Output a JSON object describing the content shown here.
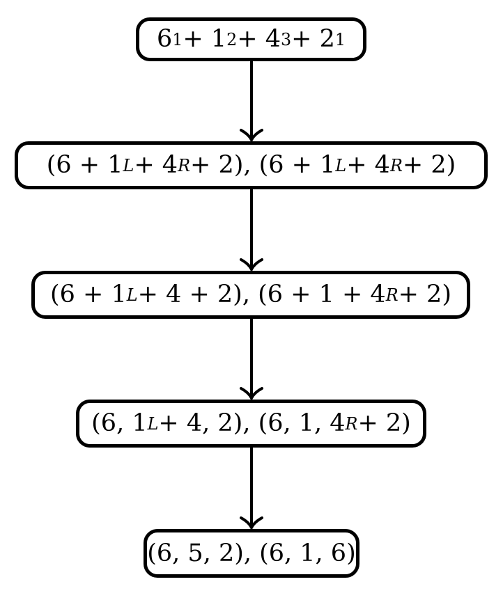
{
  "colors": {
    "stroke": "#000000",
    "background": "#ffffff"
  },
  "nodes": [
    {
      "id": "n1",
      "parts": [
        [
          "6",
          ""
        ],
        [
          "1",
          "sub"
        ],
        [
          " + 1",
          ""
        ],
        [
          "2",
          "sub"
        ],
        [
          " + 4",
          ""
        ],
        [
          "3",
          "sub"
        ],
        [
          " + 2",
          ""
        ],
        [
          "1",
          "sub"
        ]
      ]
    },
    {
      "id": "n2",
      "parts": [
        [
          "(6 + 1",
          ""
        ],
        [
          "L",
          "subi"
        ],
        [
          " + 4",
          ""
        ],
        [
          "R",
          "subi"
        ],
        [
          " + 2), (6 + 1",
          ""
        ],
        [
          "L",
          "subi"
        ],
        [
          " + 4",
          ""
        ],
        [
          "R",
          "subi"
        ],
        [
          " + 2)",
          ""
        ]
      ]
    },
    {
      "id": "n3",
      "parts": [
        [
          "(6 + 1",
          ""
        ],
        [
          "L",
          "subi"
        ],
        [
          " + 4 + 2), (6 + 1 + 4",
          ""
        ],
        [
          "R",
          "subi"
        ],
        [
          " + 2)",
          ""
        ]
      ]
    },
    {
      "id": "n4",
      "parts": [
        [
          "(6, 1",
          ""
        ],
        [
          "L",
          "subi"
        ],
        [
          " + 4, 2), (6, 1, 4",
          ""
        ],
        [
          "R",
          "subi"
        ],
        [
          " + 2)",
          ""
        ]
      ]
    },
    {
      "id": "n5",
      "parts": [
        [
          "(6, 5, 2), (6, 1, 6)",
          ""
        ]
      ]
    }
  ],
  "edges": [
    {
      "from": "n1",
      "to": "n2"
    },
    {
      "from": "n2",
      "to": "n3"
    },
    {
      "from": "n3",
      "to": "n4"
    },
    {
      "from": "n4",
      "to": "n5"
    }
  ]
}
